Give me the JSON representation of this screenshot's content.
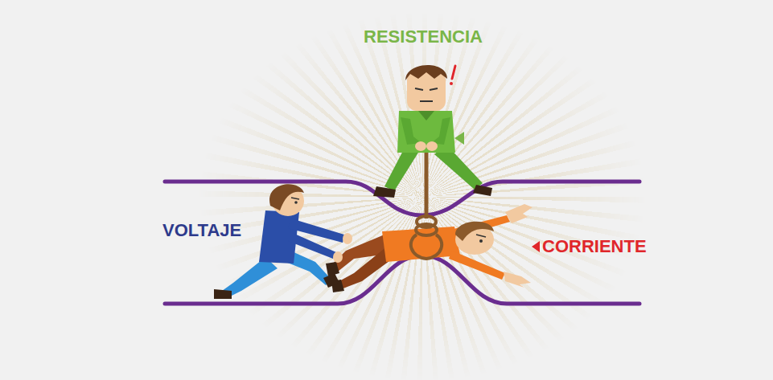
{
  "diagram": {
    "labels": [
      "RESISTENCIA",
      "VOLTAJE",
      "CORRIENTE"
    ]
  }
}
